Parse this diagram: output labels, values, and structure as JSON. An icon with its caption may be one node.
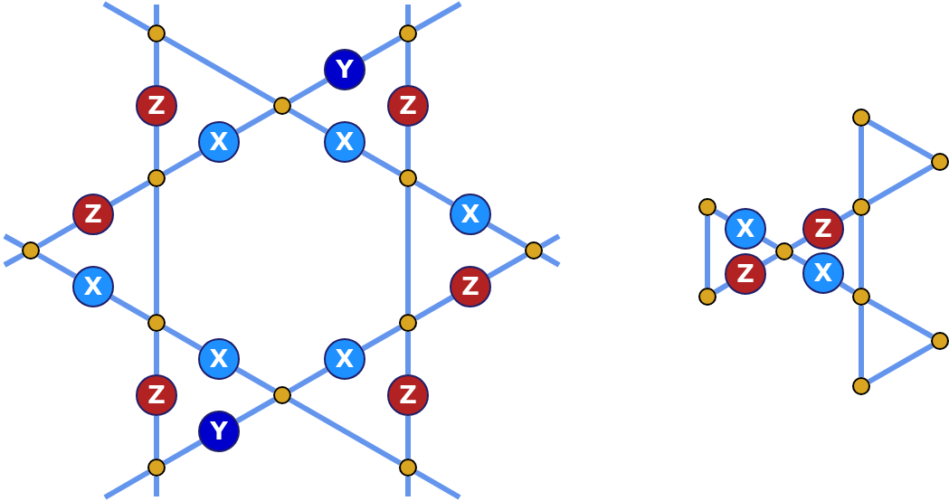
{
  "diagram": {
    "nodes": [
      {
        "text": [],
        "shape": "circle"
      },
      {
        "text": [],
        "shape": "circle"
      },
      {
        "text": [
          "Y"
        ]
      },
      {
        "text": [
          "Z"
        ]
      },
      {
        "text": [],
        "shape": "circle"
      },
      {
        "text": [
          "Z"
        ]
      },
      {
        "text": [
          "X"
        ]
      },
      {
        "text": [
          "X"
        ]
      },
      {
        "text": [],
        "shape": "circle"
      },
      {
        "text": [],
        "shape": "circle"
      },
      {
        "text": [
          "Z"
        ]
      },
      {
        "text": [
          "X"
        ]
      },
      {
        "text": [],
        "shape": "circle"
      },
      {
        "text": [],
        "shape": "circle"
      },
      {
        "text": [
          "X"
        ]
      },
      {
        "text": [
          "Z"
        ]
      },
      {
        "text": [],
        "shape": "circle"
      },
      {
        "text": [],
        "shape": "circle"
      },
      {
        "text": [
          "X"
        ]
      },
      {
        "text": [
          "X"
        ]
      },
      {
        "text": [],
        "shape": "circle"
      },
      {
        "text": [
          "Z"
        ]
      },
      {
        "text": [
          "Z"
        ]
      },
      {
        "text": [
          "Y"
        ]
      },
      {
        "text": [],
        "shape": "circle"
      },
      {
        "text": [],
        "shape": "circle"
      },
      {
        "text": [],
        "shape": "circle"
      },
      {
        "text": [],
        "shape": "circle"
      },
      {
        "text": [],
        "shape": "circle"
      },
      {
        "text": [],
        "shape": "circle"
      },
      {
        "text": [
          "X"
        ]
      },
      {
        "text": [
          "Z"
        ]
      },
      {
        "text": [],
        "shape": "circle"
      },
      {
        "text": [
          "Z"
        ]
      },
      {
        "text": [
          "X"
        ]
      },
      {
        "text": [],
        "shape": "circle"
      },
      {
        "text": [],
        "shape": "circle"
      },
      {
        "text": [],
        "shape": "circle"
      },
      {
        "text": [],
        "shape": "circle"
      }
    ],
    "edges": [
      {
        "from": null,
        "to": 0,
        "arrow": "none"
      },
      {
        "from": 0,
        "to": 3,
        "arrow": "none"
      },
      {
        "from": 3,
        "to": 8,
        "arrow": "none"
      },
      {
        "from": 8,
        "to": 16,
        "arrow": "none"
      },
      {
        "from": 16,
        "to": 21,
        "arrow": "none"
      },
      {
        "from": 21,
        "to": 24,
        "arrow": "none"
      },
      {
        "from": 24,
        "to": null,
        "arrow": "none"
      },
      {
        "from": null,
        "to": 1,
        "arrow": "none"
      },
      {
        "from": 1,
        "to": 5,
        "arrow": "none"
      },
      {
        "from": 5,
        "to": 9,
        "arrow": "none"
      },
      {
        "from": 9,
        "to": 17,
        "arrow": "none"
      },
      {
        "from": 17,
        "to": 22,
        "arrow": "none"
      },
      {
        "from": 22,
        "to": 25,
        "arrow": "none"
      },
      {
        "from": 25,
        "to": null,
        "arrow": "none"
      },
      {
        "from": null,
        "to": 0,
        "arrow": "none"
      },
      {
        "from": 0,
        "to": 4,
        "arrow": "none"
      },
      {
        "from": 4,
        "to": 7,
        "arrow": "none"
      },
      {
        "from": 7,
        "to": 9,
        "arrow": "none"
      },
      {
        "from": 9,
        "to": 11,
        "arrow": "none"
      },
      {
        "from": 11,
        "to": 13,
        "arrow": "none"
      },
      {
        "from": 13,
        "to": null,
        "arrow": "none"
      },
      {
        "from": null,
        "to": 1,
        "arrow": "none"
      },
      {
        "from": 1,
        "to": 2,
        "arrow": "none"
      },
      {
        "from": 2,
        "to": 4,
        "arrow": "none"
      },
      {
        "from": 4,
        "to": 6,
        "arrow": "none"
      },
      {
        "from": 6,
        "to": 8,
        "arrow": "none"
      },
      {
        "from": 8,
        "to": 10,
        "arrow": "none"
      },
      {
        "from": 10,
        "to": 12,
        "arrow": "none"
      },
      {
        "from": 12,
        "to": null,
        "arrow": "none"
      },
      {
        "from": null,
        "to": 12,
        "arrow": "none"
      },
      {
        "from": 12,
        "to": 14,
        "arrow": "none"
      },
      {
        "from": 14,
        "to": 16,
        "arrow": "none"
      },
      {
        "from": 16,
        "to": 18,
        "arrow": "none"
      },
      {
        "from": 18,
        "to": 20,
        "arrow": "none"
      },
      {
        "from": 20,
        "to": 25,
        "arrow": "none"
      },
      {
        "from": 25,
        "to": null,
        "arrow": "none"
      },
      {
        "from": null,
        "to": 13,
        "arrow": "none"
      },
      {
        "from": 13,
        "to": 15,
        "arrow": "none"
      },
      {
        "from": 15,
        "to": 17,
        "arrow": "none"
      },
      {
        "from": 17,
        "to": 19,
        "arrow": "none"
      },
      {
        "from": 19,
        "to": 20,
        "arrow": "none"
      },
      {
        "from": 20,
        "to": 23,
        "arrow": "none"
      },
      {
        "from": 23,
        "to": 24,
        "arrow": "none"
      },
      {
        "from": 24,
        "to": null,
        "arrow": "none"
      },
      {
        "from": 28,
        "to": 35,
        "arrow": "none"
      },
      {
        "from": 28,
        "to": 30,
        "arrow": "none"
      },
      {
        "from": 30,
        "to": 32,
        "arrow": "none"
      },
      {
        "from": 32,
        "to": 34,
        "arrow": "none"
      },
      {
        "from": 34,
        "to": 36,
        "arrow": "none"
      },
      {
        "from": 36,
        "to": 37,
        "arrow": "none"
      },
      {
        "from": 35,
        "to": 33,
        "arrow": "none"
      },
      {
        "from": 33,
        "to": 32,
        "arrow": "none"
      },
      {
        "from": 32,
        "to": 31,
        "arrow": "none"
      },
      {
        "from": 31,
        "to": 29,
        "arrow": "none"
      },
      {
        "from": 29,
        "to": 27,
        "arrow": "none"
      },
      {
        "from": 26,
        "to": 27,
        "arrow": "none"
      },
      {
        "from": 26,
        "to": 29,
        "arrow": "none"
      },
      {
        "from": 29,
        "to": 36,
        "arrow": "none"
      },
      {
        "from": 36,
        "to": 38,
        "arrow": "none"
      },
      {
        "from": 38,
        "to": 37,
        "arrow": "none"
      }
    ]
  }
}
